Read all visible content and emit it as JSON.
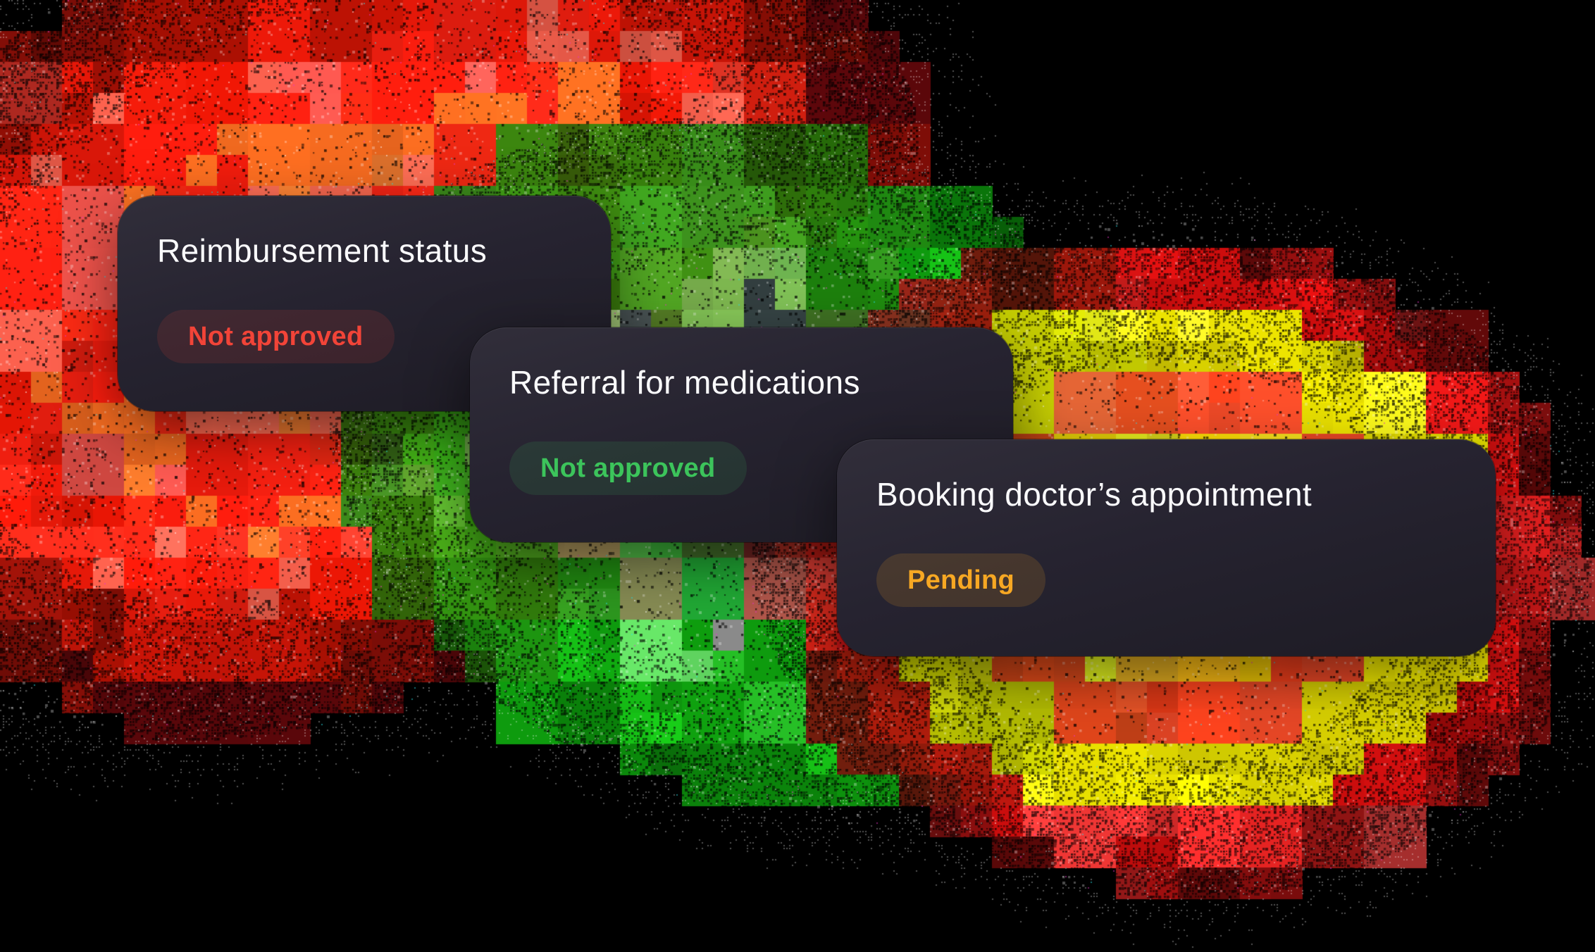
{
  "cards": [
    {
      "title": "Reimbursement status",
      "status": {
        "label": "Not approved",
        "color": "#f24438",
        "pill_background": "rgba(242,68,56,0.13)"
      }
    },
    {
      "title": "Referral for medications",
      "status": {
        "label": "Not approved",
        "color": "#3cc45b",
        "pill_background": "rgba(60,196,91,0.13)"
      }
    },
    {
      "title": "Booking doctor’s appointment",
      "status": {
        "label": "Pending",
        "color": "#f7a823",
        "pill_background": "rgba(247,168,35,0.15)"
      }
    }
  ],
  "colors": {
    "page_background": "#000000",
    "card_background_top": "#312e3a",
    "card_background_bottom": "#1d1b24",
    "card_title_text": "#fafafc",
    "status_not_approved_red": "#f24438",
    "status_not_approved_green": "#3cc45b",
    "status_pending_amber": "#f7a823"
  },
  "art": {
    "background": "#000000",
    "blobs": [
      {
        "name": "red-blob",
        "rings": [
          {
            "r": 0.32,
            "colors": [
              "#ff6a52",
              "#f4554d",
              "#fb2616",
              "#f07a30",
              "#fa3a22"
            ]
          },
          {
            "r": 0.58,
            "colors": [
              "#fa1d0e",
              "#f52011",
              "#f26a20",
              "#fb2a14",
              "#f4554d"
            ]
          },
          {
            "r": 0.74,
            "colors": [
              "#ee1a0a",
              "#d81505",
              "#f52011",
              "#e85a48"
            ]
          },
          {
            "r": 0.88,
            "colors": [
              "#b31104",
              "#8f0e05",
              "#d01508"
            ]
          },
          {
            "r": 1.01,
            "colors": [
              "#6e0c06",
              "#55070a",
              "#8a0f08"
            ]
          }
        ]
      },
      {
        "name": "green-blob",
        "rings": [
          {
            "r": 0.3,
            "colors": [
              "#2f9e42",
              "#44b244",
              "#5ac45a",
              "#2a7a2e",
              "#20544f",
              "#8a9a50"
            ]
          },
          {
            "r": 0.52,
            "colors": [
              "#27c43e",
              "#63e063",
              "#8fec80",
              "#2a8a2a",
              "#1d4f52",
              "#9aa060",
              "#8c8c8c"
            ]
          },
          {
            "r": 0.72,
            "colors": [
              "#17c517",
              "#2ad42a",
              "#10ab10",
              "#68e868"
            ]
          },
          {
            "r": 0.88,
            "colors": [
              "#12b912",
              "#0fa00f",
              "#17c517"
            ]
          },
          {
            "r": 1.01,
            "colors": [
              "#0c8c0c",
              "#0a6e0a",
              "#0f9f0f"
            ]
          }
        ]
      },
      {
        "name": "orange-blob",
        "rings": [
          {
            "r": 0.3,
            "colors": [
              "#f89c14",
              "#f5880a",
              "#fcaa12",
              "#f07d08"
            ]
          },
          {
            "r": 0.4,
            "colors": [
              "#ffdf00",
              "#ffe81e",
              "#f8cf06"
            ]
          },
          {
            "r": 0.56,
            "colors": [
              "#ee3f1c",
              "#f04a28",
              "#e63a18"
            ]
          },
          {
            "r": 0.78,
            "colors": [
              "#ddd500",
              "#e6e000",
              "#d2ca02"
            ]
          },
          {
            "r": 0.9,
            "colors": [
              "#c00d0d",
              "#a50b0b",
              "#d41010"
            ]
          },
          {
            "r": 1.01,
            "colors": [
              "#7c0d0d",
              "#5a0909",
              "#960f0f"
            ]
          }
        ]
      }
    ]
  }
}
